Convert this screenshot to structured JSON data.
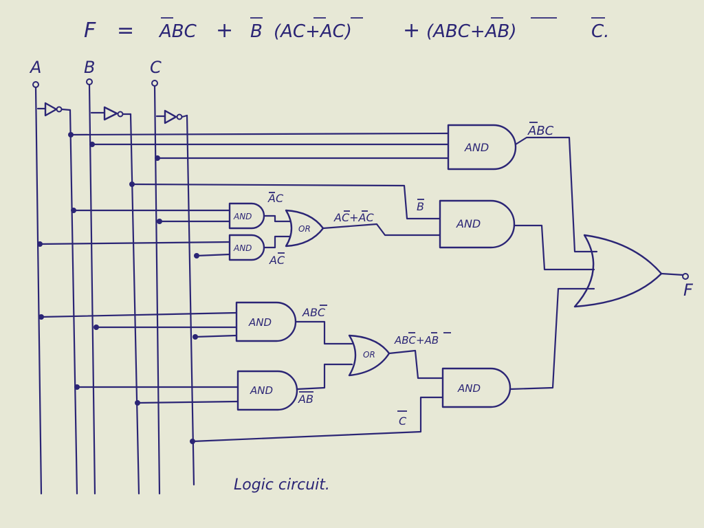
{
  "equation": {
    "lhs": "F",
    "equals": "=",
    "term1": "ABC",
    "plus1": "+",
    "term2_factor": "B",
    "term2_group": "(AC+AC)",
    "plus2": "+",
    "term3_group": "(ABC+AB)",
    "term3_factor": "C."
  },
  "inputs": [
    "A",
    "B",
    "C"
  ],
  "gates": {
    "and_abc": "AND",
    "and_top_small": "AND",
    "and_bottom_small": "AND",
    "or_small": "OR",
    "and_bprime": "AND",
    "and_abcbar": "AND",
    "and_ab": "AND",
    "or_mid": "OR",
    "and_cprime": "AND"
  },
  "wire_labels": {
    "abc": "ABC",
    "ac_top": "AC",
    "ac_bottom": "AC",
    "ac_sum": "AC+AC",
    "b_bar": "B",
    "abc_bar": "ABC",
    "ab_bar": "AB",
    "mid_sum": "ABC+AB",
    "c_bar": "C"
  },
  "output": "F",
  "caption": "Logic circuit.",
  "colors": {
    "ink": "#2b2575",
    "paper": "#e7e8d6"
  }
}
